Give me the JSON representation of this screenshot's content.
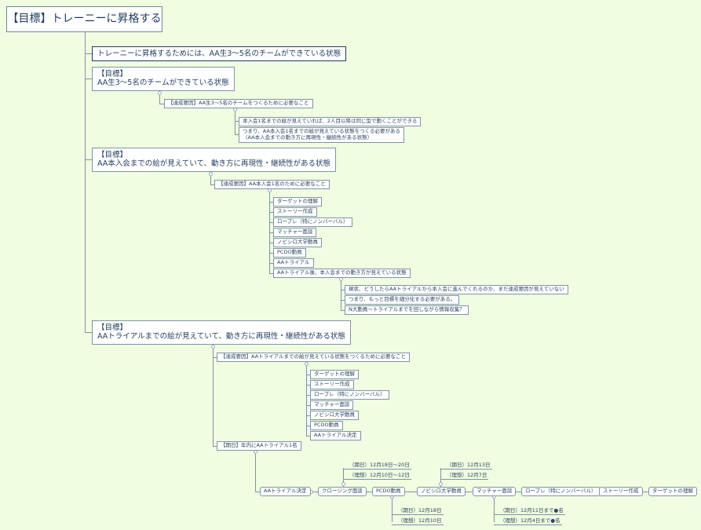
{
  "background_color": "#F0FDE0",
  "root": {
    "label": "【目標】トレーニーに昇格する"
  },
  "level1": [
    {
      "label": "トレーニーに昇格するためには、AA生3〜5名のチームができている状態"
    },
    {
      "label_line1": "【目標】",
      "label_line2": "AA生3〜5名のチームができている状態"
    },
    {
      "label_line1": "【目標】",
      "label_line2": "AA本入会までの絵が見えていて、動き方に再現性・継続性がある状態"
    },
    {
      "label_line1": "【目標】",
      "label_line2": "AAトライアルまでの絵が見えていて、動き方に再現性・継続性がある状態"
    }
  ],
  "section1": {
    "factor": "【達成要因】AA生3〜5名のチームをつくるために必要なこと",
    "items": [
      {
        "line1": "本入会1名までの絵が見えていれば、2人目以降は同じ型で動くことができる"
      },
      {
        "line1": "つまり、AA本入会1名までの絵が見えている状態をつくる必要がある",
        "line2": "（AA本入会までの動き方に再現性・継続性がある状態）"
      }
    ]
  },
  "section2": {
    "factor": "【達成要因】AA本入会1名のために必要なこと",
    "items": [
      "ターゲットの理解",
      "ストーリー作成",
      "ロープレ（特にノンバーバル）",
      "マッチャー面談",
      "ノビシロ大学動員",
      "PCDO動員",
      "AAトライアル",
      "AAトライアル後、本入会までの動き方が見えている状態"
    ],
    "subitems": [
      "現状、どうしたらAAトライアルから本入会に進んでくれるのか、まだ達成要因が見えていない",
      "つまり、もっと目標を細分化する必要がある。",
      "N大動員〜トライアルまでを回しながら情報収集？"
    ]
  },
  "section3": {
    "factor": "【達成要因】AAトライアルまでの絵が見えている状態をつくるために必要なこと",
    "items": [
      "ターゲットの理解",
      "ストーリー作成",
      "ロープレ（特にノンバーバル）",
      "マッチャー面談",
      "ノビシロ大学動員",
      "PCDO動員",
      "AAトライアル決定"
    ],
    "deadline": "【期日】年内にAAトライアル1名",
    "chain": [
      "AAトライアル決定",
      "クロージング面談",
      "PCDO動員",
      "ノビシロ大学動員",
      "マッチャー面談",
      "ロープレ（特にノンバーバル）",
      "ストーリー作成",
      "ターゲットの理解"
    ],
    "notes": {
      "closing": [
        "（期日）12月18日〜20日",
        "（理想）12月10日〜12日"
      ],
      "pcdo": [
        "（期日）12月18日",
        "（理想）12月10日"
      ],
      "nobishiro": [
        "（期日）12月13日",
        "（理想）12月7日"
      ],
      "matcher": [
        "（期日）12月11日まで●名",
        "（理想）12月4日まで●名"
      ]
    }
  }
}
